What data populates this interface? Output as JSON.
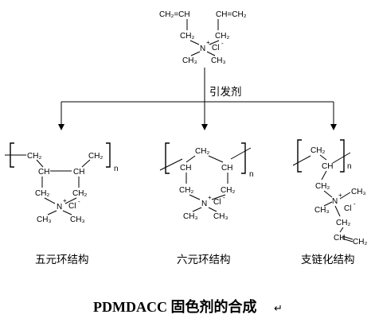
{
  "monomer": {
    "allyl_left": "CH₂=CH",
    "allyl_right": "CH=CH₂",
    "ch2_left": "CH₂",
    "ch2_right": "CH₂",
    "nitrogen": "N",
    "n_charge": "+",
    "chloride": "Cl",
    "cl_charge": "-",
    "methyl_left": "CH₃",
    "methyl_right": "CH₃"
  },
  "initiator_label": "引发剂",
  "structures": {
    "five_ring": {
      "ch2_left": "CH₂",
      "ch2_right": "CH₂",
      "subscript": "n",
      "ch_left": "CH",
      "ch_right": "CH",
      "ring_ch2_left": "CH₂",
      "ring_ch2_right": "CH₂",
      "nitrogen": "N",
      "n_charge": "+",
      "chloride": "Cl",
      "cl_charge": "-",
      "methyl_left": "CH₃",
      "methyl_right": "CH₃",
      "caption": "五元环结构"
    },
    "six_ring": {
      "ch2_top": "CH₂",
      "subscript": "n",
      "ch_left": "CH",
      "ch_right": "CH",
      "ring_ch2_left": "CH₂",
      "ring_ch2_right": "CH₂",
      "nitrogen": "N",
      "n_charge": "+",
      "chloride": "Cl",
      "cl_charge": "-",
      "methyl_left": "CH₃",
      "methyl_right": "CH₃",
      "caption": "六元环结构"
    },
    "branched": {
      "ch2_top": "CH₂",
      "subscript": "n",
      "ch_backbone": "CH",
      "ch2_side": "CH₂",
      "nitrogen": "N",
      "n_charge": "+",
      "chloride": "Cl",
      "cl_charge": "-",
      "methyl_left": "CH₃",
      "methyl_right": "CH₃",
      "ch2_allyl": "CH₂",
      "ch_vinyl": "CH",
      "ch2_terminal": "CH₂",
      "caption": "支链化结构"
    }
  },
  "figure_title": "PDMDACC 固色剂的合成",
  "paragraph_mark": "↵"
}
